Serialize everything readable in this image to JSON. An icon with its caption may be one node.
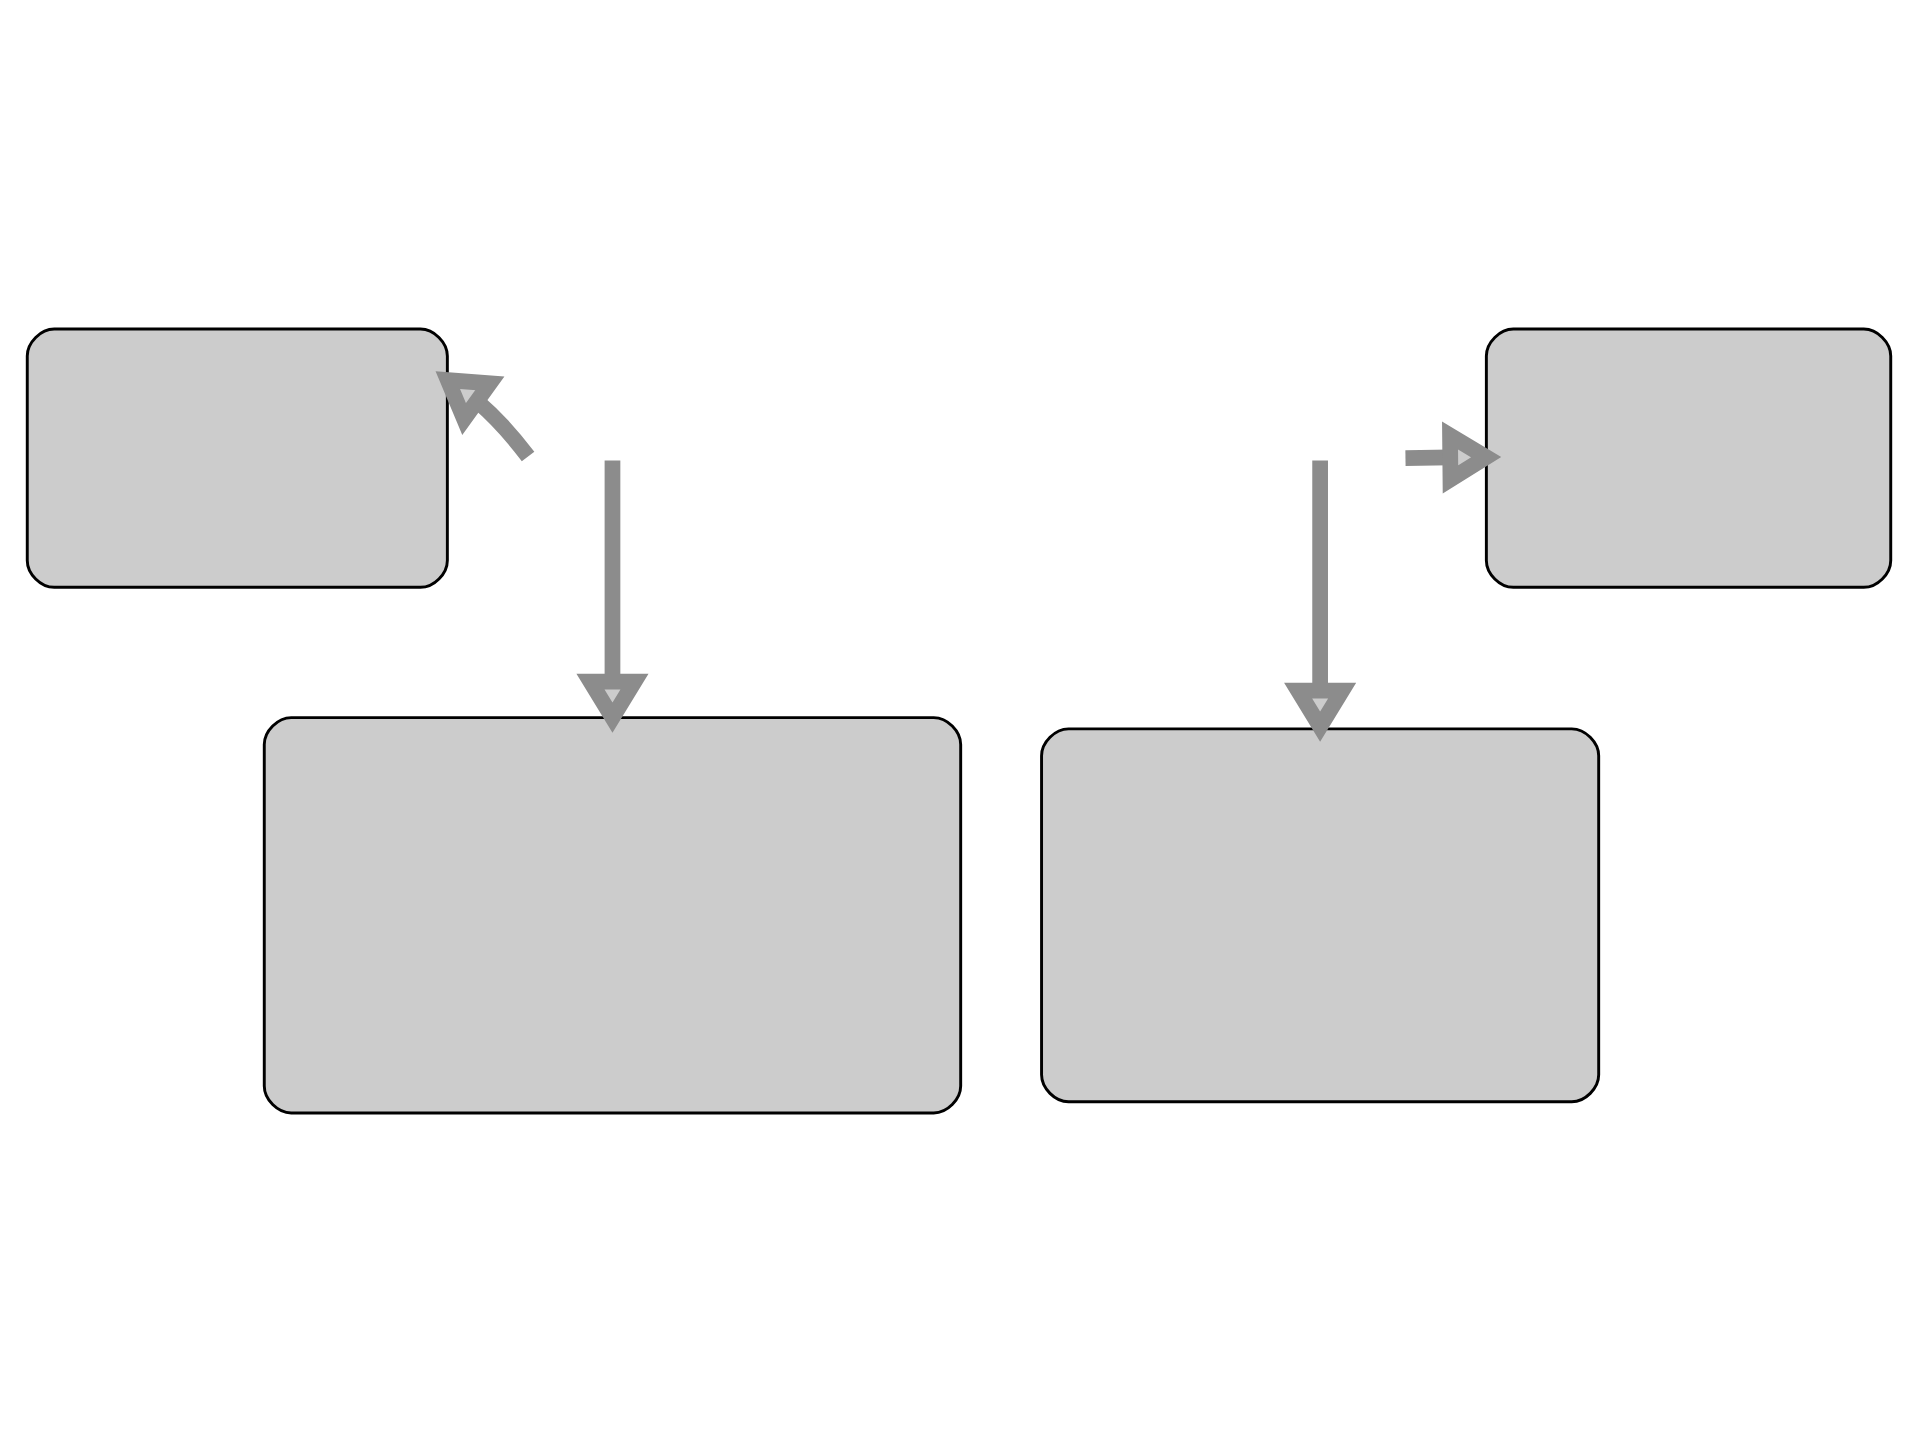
{
  "diagram": {
    "nodes": [
      {
        "text": [],
        "shape": "box"
      },
      {
        "text": [],
        "shape": "box"
      },
      {
        "text": [],
        "shape": "box"
      },
      {
        "text": [],
        "shape": "box"
      }
    ],
    "edges": [
      {
        "from": null,
        "to": 0,
        "arrow": "to"
      },
      {
        "from": null,
        "to": 2,
        "arrow": "to"
      },
      {
        "from": null,
        "to": 3,
        "arrow": "to"
      },
      {
        "from": null,
        "to": 1,
        "arrow": "to"
      }
    ]
  }
}
